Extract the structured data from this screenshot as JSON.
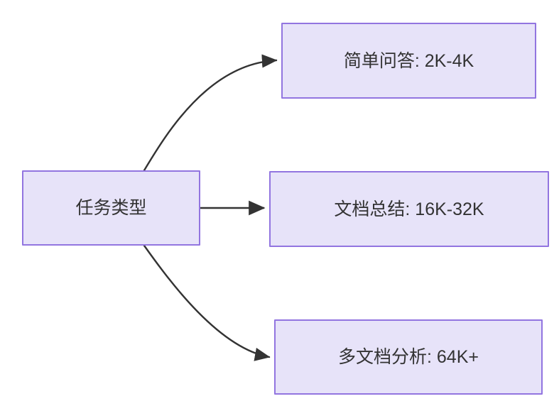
{
  "diagram": {
    "type": "flowchart",
    "direction": "left-to-right",
    "background_color": "#ffffff",
    "node_fill_color": "#e7e3f9",
    "node_border_color": "#9275e0",
    "node_text_color": "#333333",
    "edge_color": "#333333",
    "title": "",
    "source_node": {
      "id": "task-type",
      "label": "任务类型"
    },
    "target_nodes": [
      {
        "id": "simple-qa",
        "label": "简单问答: 2K-4K",
        "task": "简单问答",
        "context_length": "2K-4K"
      },
      {
        "id": "doc-summary",
        "label": "文档总结: 16K-32K",
        "task": "文档总结",
        "context_length": "16K-32K"
      },
      {
        "id": "multi-doc",
        "label": "多文档分析: 64K+",
        "task": "多文档分析",
        "context_length": "64K+"
      }
    ],
    "edges": [
      {
        "id": "edge-to-simple-qa",
        "from": "任务类型",
        "to": "简单问答: 2K-4K",
        "style": "curved",
        "arrow": "triangle"
      },
      {
        "id": "edge-to-doc-summary",
        "from": "任务类型",
        "to": "文档总结: 16K-32K",
        "style": "straight",
        "arrow": "triangle"
      },
      {
        "id": "edge-to-multi-doc",
        "from": "任务类型",
        "to": "多文档分析: 64K+",
        "style": "curved",
        "arrow": "triangle"
      }
    ]
  }
}
